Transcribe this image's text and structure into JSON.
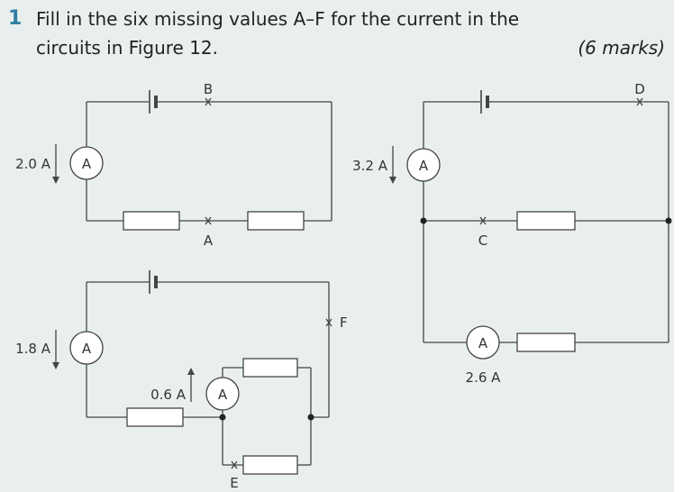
{
  "question": {
    "number": "1",
    "line1": "Fill in the six missing values A–F for the current in the",
    "line2": "circuits in Figure 12.",
    "marks": "(6 marks)"
  },
  "circuit1": {
    "ammeter_reading": "2.0 A",
    "ammeter_symbol": "A",
    "point_top": "B",
    "point_bottom": "A"
  },
  "circuit2": {
    "ammeter_reading": "3.2 A",
    "ammeter_symbol": "A",
    "point_top": "D",
    "point_middle": "C",
    "branch_ammeter_symbol": "A",
    "branch_ammeter_reading": "2.6 A"
  },
  "circuit3": {
    "ammeter_reading": "1.8 A",
    "ammeter_symbol": "A",
    "branch_ammeter_reading": "0.6 A",
    "branch_ammeter_symbol": "A",
    "point_right": "F",
    "point_bottom": "E"
  },
  "colors": {
    "background": "#e9efef",
    "wire": "#444444",
    "accent": "#2f7fa3"
  }
}
